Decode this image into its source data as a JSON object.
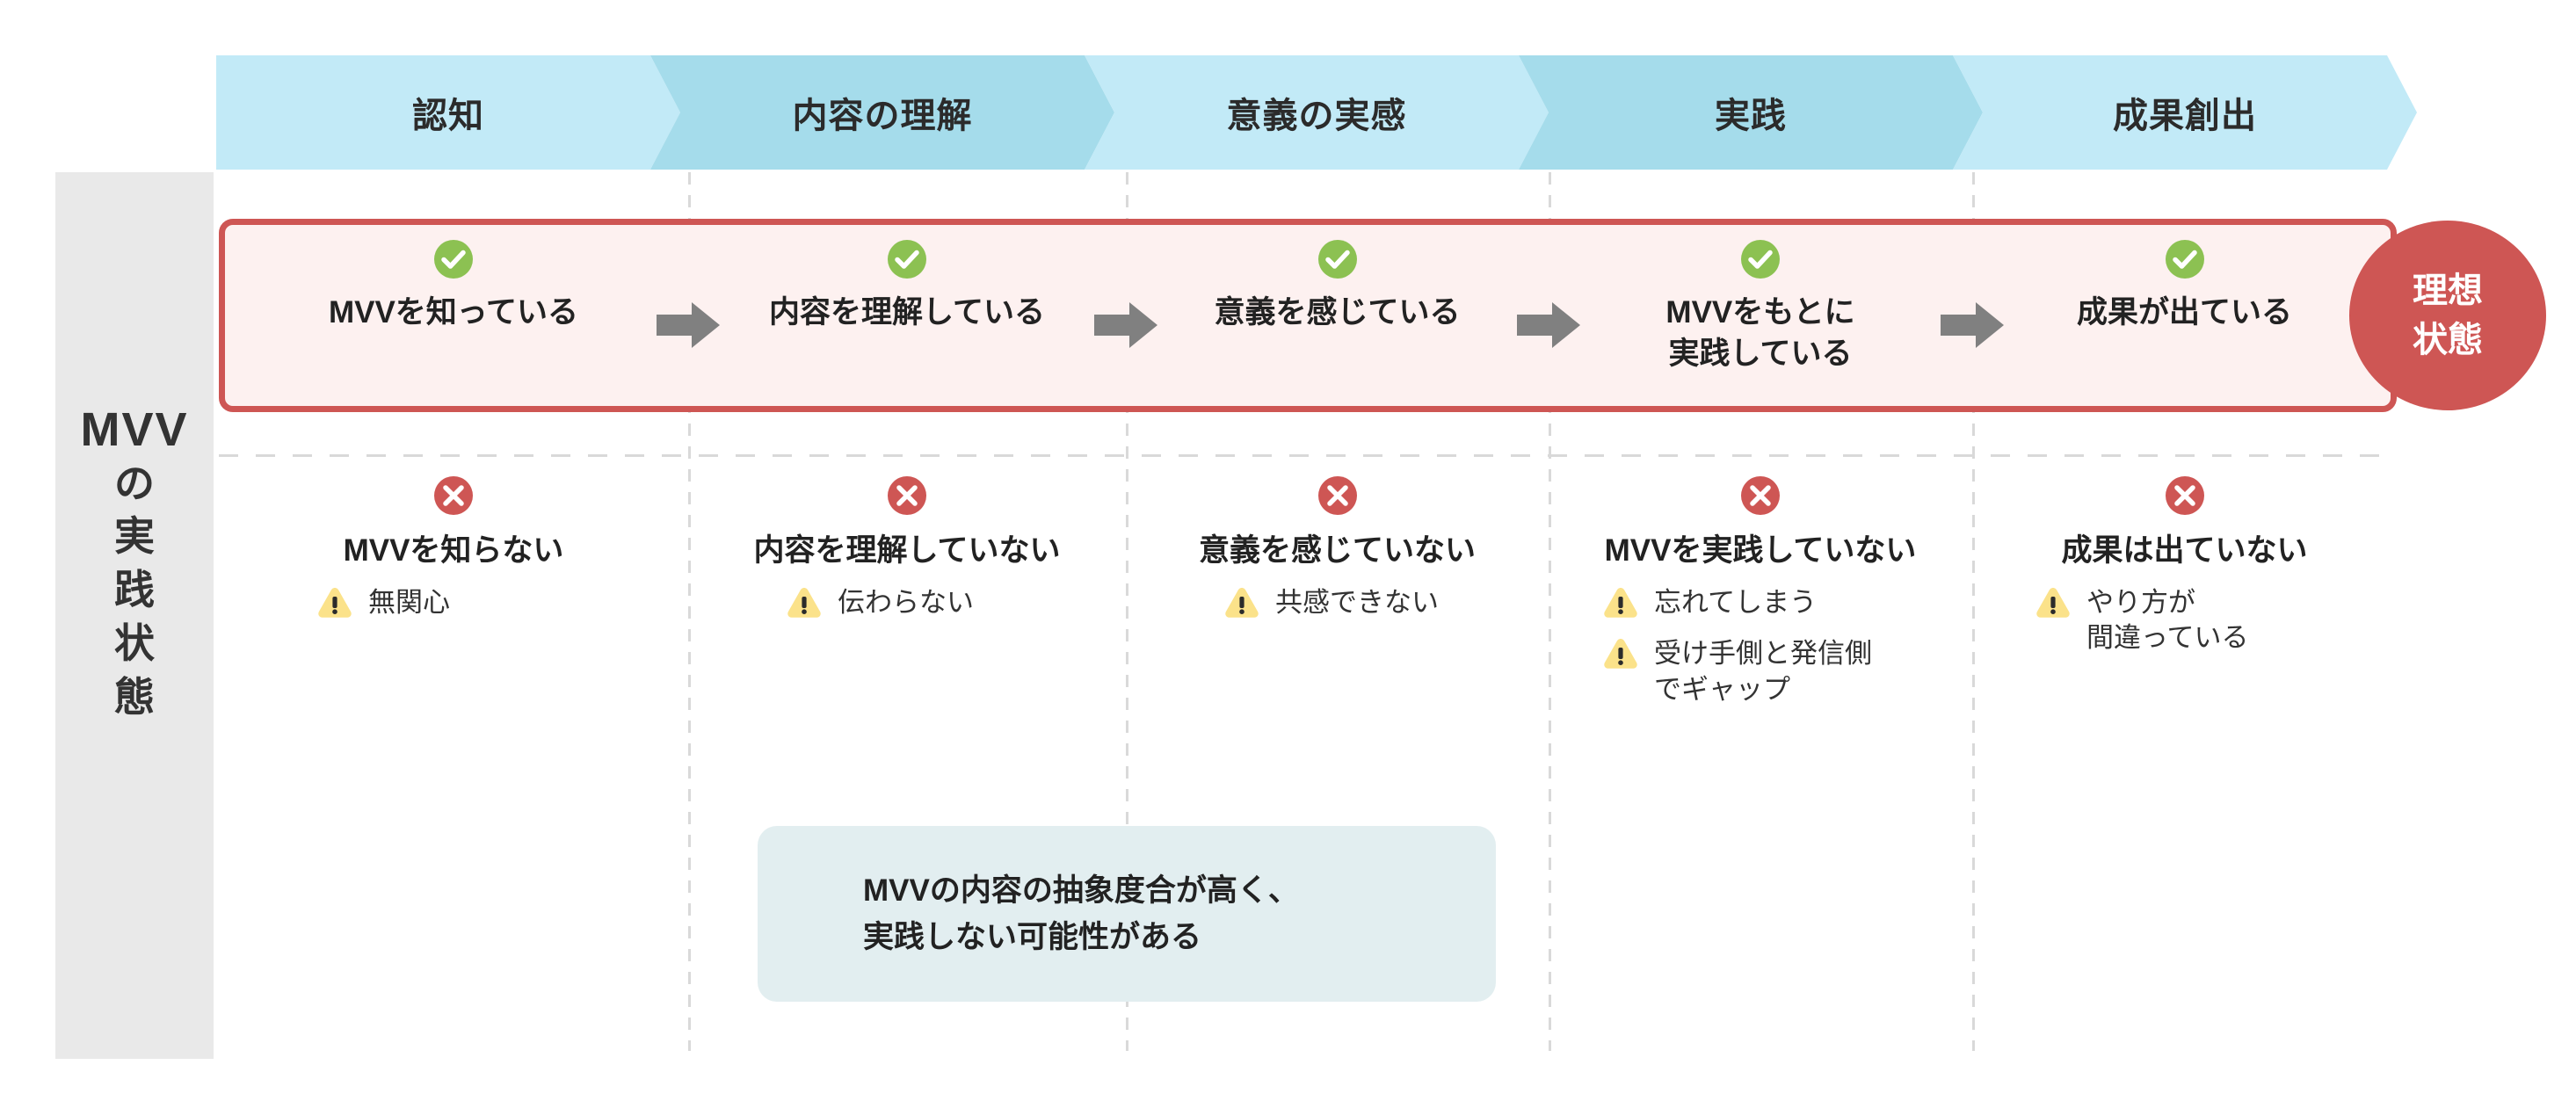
{
  "row_label": {
    "main": "MVV",
    "vertical": [
      "の",
      "実",
      "践",
      "状",
      "態"
    ]
  },
  "stages": [
    {
      "label": "認知",
      "shade": "light"
    },
    {
      "label": "内容の理解",
      "shade": "dark"
    },
    {
      "label": "意義の実感",
      "shade": "light"
    },
    {
      "label": "実践",
      "shade": "dark"
    },
    {
      "label": "成果創出",
      "shade": "light"
    }
  ],
  "ideal": {
    "badge_line1": "理想",
    "badge_line2": "状態",
    "cells": [
      "MVVを知っている",
      "内容を理解している",
      "意義を感じている",
      "MVVをもとに\n実践している",
      "成果が出ている"
    ]
  },
  "gap": {
    "cells": [
      {
        "title": "MVVを知らない",
        "issues": [
          "無関心"
        ]
      },
      {
        "title": "内容を理解していない",
        "issues": [
          "伝わらない"
        ]
      },
      {
        "title": "意義を感じていない",
        "issues": [
          "共感できない"
        ]
      },
      {
        "title": "MVVを実践していない",
        "issues": [
          "忘れてしまう",
          "受け手側と発信側\nでギャップ"
        ]
      },
      {
        "title": "成果は出ていない",
        "issues": [
          "やり方が\n間違っている"
        ]
      }
    ]
  },
  "callout": {
    "text": "MVVの内容の抽象度合が高く、\n実践しない可能性がある"
  },
  "icons": {
    "ok": "check-circle-icon",
    "ng": "x-circle-icon",
    "warn": "warning-triangle-icon",
    "arrow": "arrow-right-icon"
  },
  "colors": {
    "chevron_light": "#c2eaf7",
    "chevron_dark": "#a5dceb",
    "ideal_border": "#ce5654",
    "ideal_fill": "#fdf1f0",
    "badge": "#ce5654",
    "ok_green": "#8cc152",
    "ng_red": "#ce5654",
    "warn_yellow": "#fbe28a",
    "arrow_gray": "#808080",
    "callout_blue": "#e2eef0",
    "row_label_gray": "#e9e9e9"
  }
}
